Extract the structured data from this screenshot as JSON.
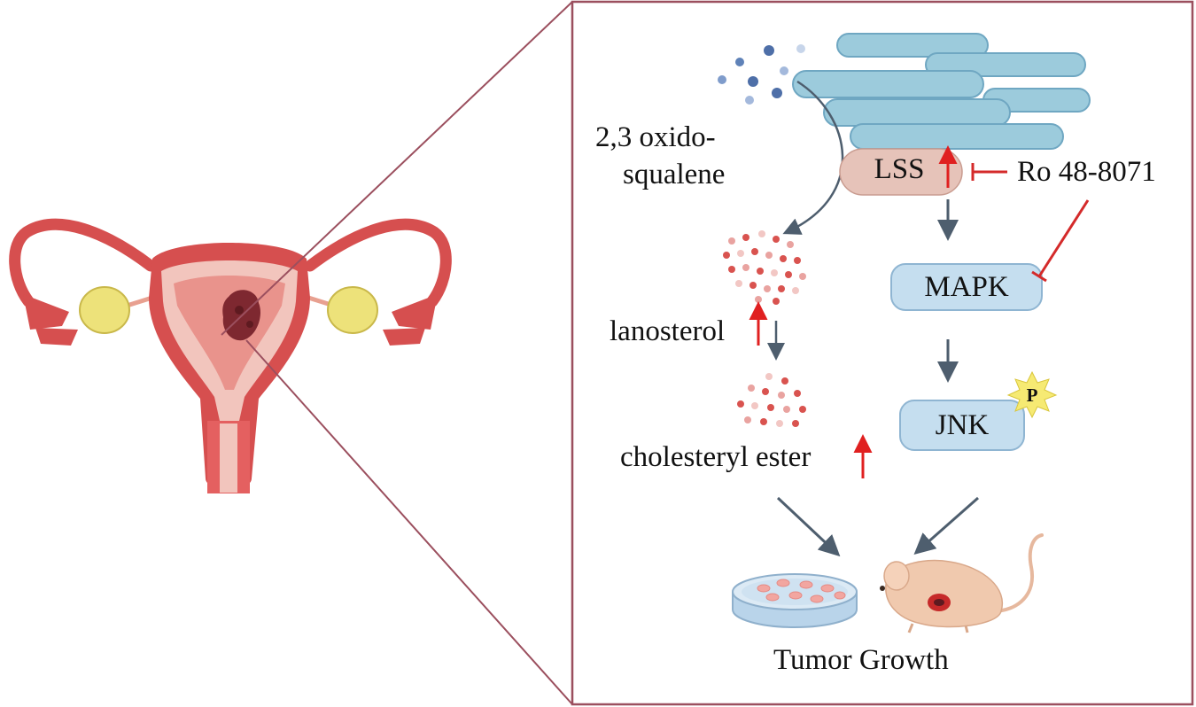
{
  "labels": {
    "oxido_line1": "2,3 oxido-",
    "oxido_line2": "squalene",
    "lanosterol": "lanosterol",
    "cholesteryl_ester": "cholesteryl ester",
    "inhibitor": "Ro 48-8071",
    "phospho": "P",
    "outcome": "Tumor Growth"
  },
  "nodes": {
    "lss": "LSS",
    "mapk": "MAPK",
    "jnk": "JNK"
  },
  "colors": {
    "frame": "#9b4f5e",
    "upregulation_arrow": "#e02020",
    "inhibition": "#d42a2a",
    "flow_arrow": "#4e5e6e",
    "node_fill": "#c5deef",
    "lss_fill": "#e6c3b9",
    "er_fill": "#9ccbdc",
    "uterus": "#d64f4f",
    "ovary": "#ede27a",
    "tumor": "#7e2830"
  }
}
